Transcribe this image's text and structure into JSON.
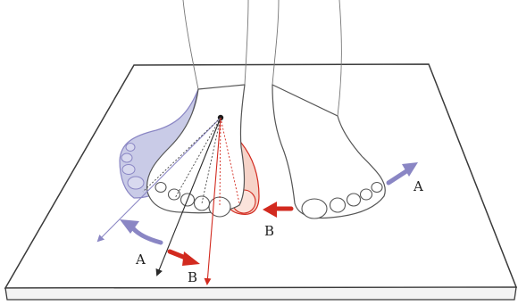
{
  "labels": {
    "a_left": "A",
    "a_right": "A",
    "b_bottom": "B",
    "b_right": "B"
  },
  "colors": {
    "motion_a": "#8a86c4",
    "motion_a_fill": "#c9cbe7",
    "motion_b": "#d22a1f",
    "motion_b_fill": "#f6d3c8",
    "outline": "#555555",
    "axis_dark": "#2a2a2a"
  }
}
